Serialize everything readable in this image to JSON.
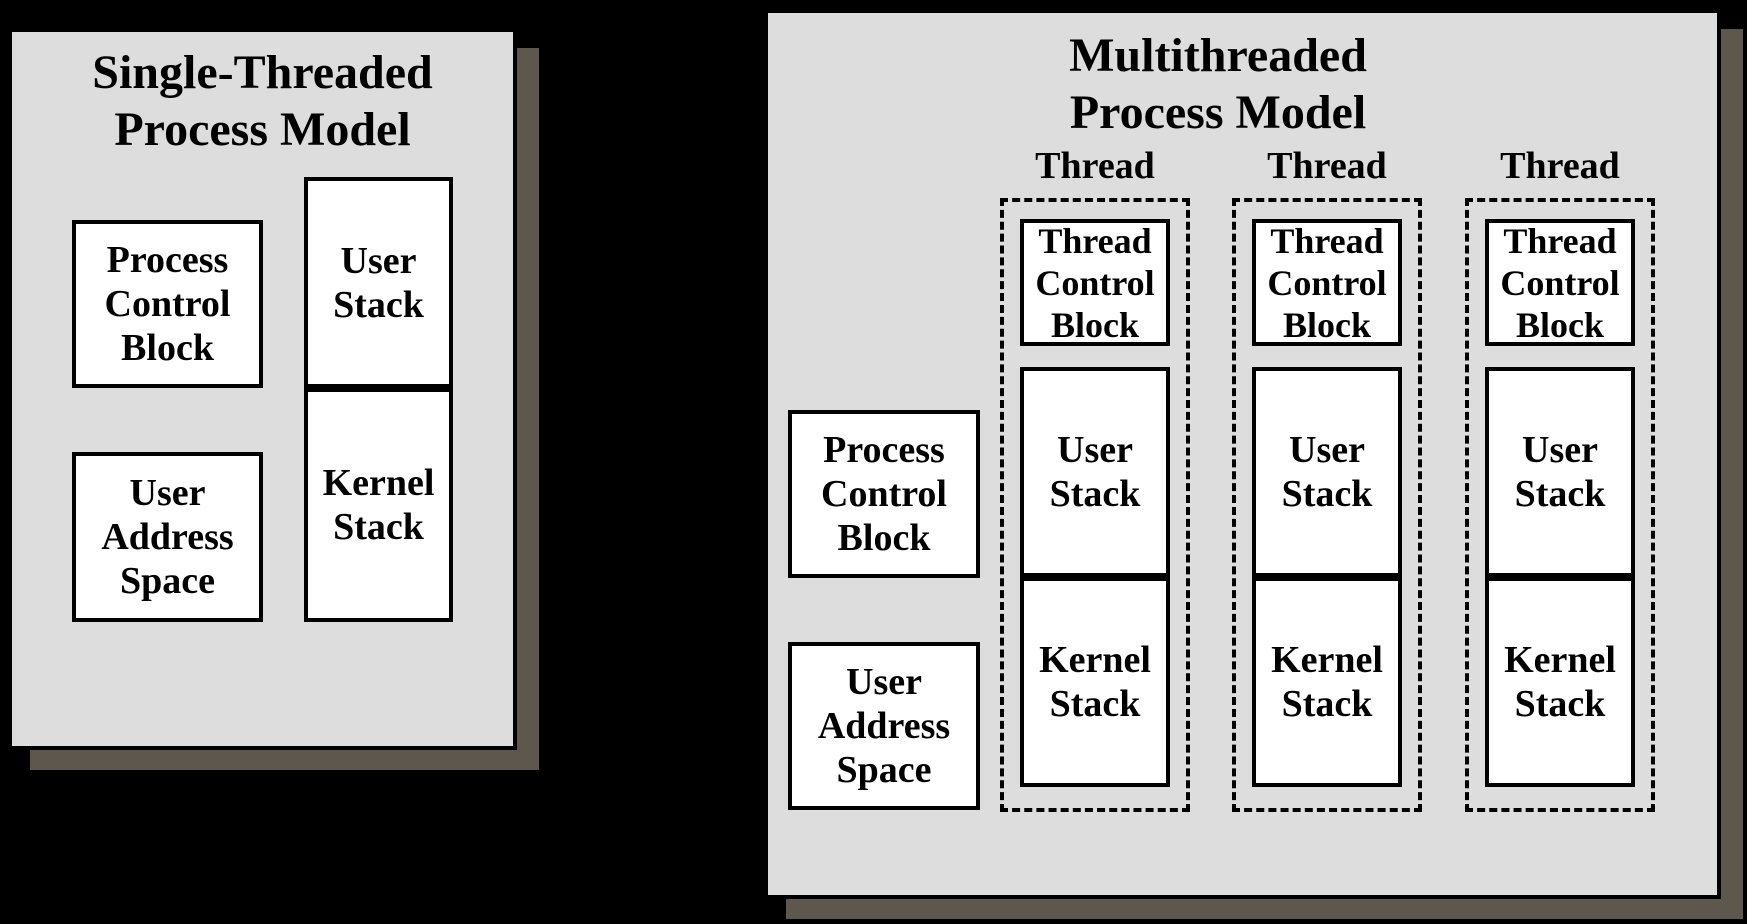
{
  "colors": {
    "background": "#000000",
    "panel_bg": "#dddddd",
    "panel_shadow": "#5e574d",
    "line": "#000000",
    "box_bg": "#ffffff",
    "text": "#000000"
  },
  "left_panel": {
    "title": "Single-Threaded\nProcess Model",
    "process_control_block": "Process\nControl\nBlock",
    "user_address_space": "User\nAddress\nSpace",
    "user_stack": "User\nStack",
    "kernel_stack": "Kernel\nStack"
  },
  "right_panel": {
    "title": "Multithreaded\nProcess Model",
    "process_control_block": "Process\nControl\nBlock",
    "user_address_space": "User\nAddress\nSpace",
    "threads": [
      {
        "label": "Thread",
        "thread_control_block": "Thread\nControl\nBlock",
        "user_stack": "User\nStack",
        "kernel_stack": "Kernel\nStack"
      },
      {
        "label": "Thread",
        "thread_control_block": "Thread\nControl\nBlock",
        "user_stack": "User\nStack",
        "kernel_stack": "Kernel\nStack"
      },
      {
        "label": "Thread",
        "thread_control_block": "Thread\nControl\nBlock",
        "user_stack": "User\nStack",
        "kernel_stack": "Kernel\nStack"
      }
    ]
  }
}
